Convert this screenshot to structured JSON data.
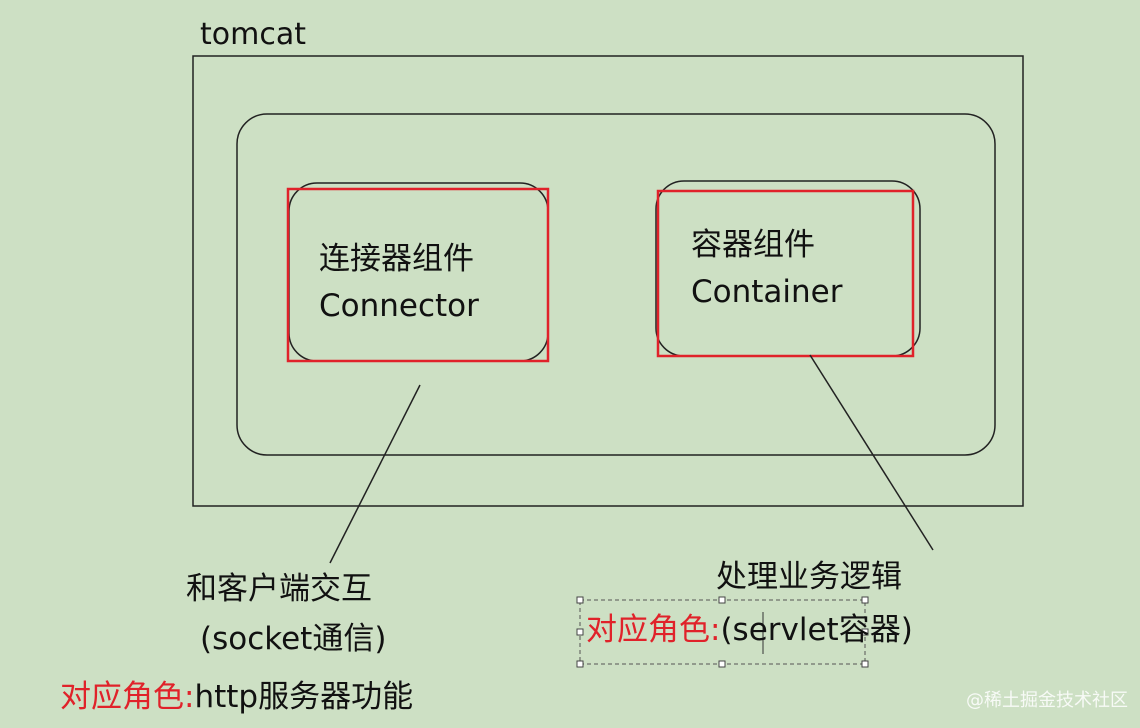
{
  "diagram": {
    "outer_label": "tomcat",
    "connector": {
      "name_zh": "连接器组件",
      "name_en": "Connector",
      "desc_line1": "和客户端交互",
      "desc_line2": "(socket通信)",
      "role_label": "对应角色:",
      "role_value": "http服务器功能"
    },
    "container": {
      "name_zh": "容器组件",
      "name_en": "Container",
      "desc_line1": "处理业务逻辑",
      "role_label": "对应角色:",
      "role_value": "(servlet容器)"
    },
    "colors": {
      "background": "#cde0c4",
      "line": "#222222",
      "highlight": "#e0222a"
    }
  },
  "watermark": "@稀土掘金技术社区"
}
